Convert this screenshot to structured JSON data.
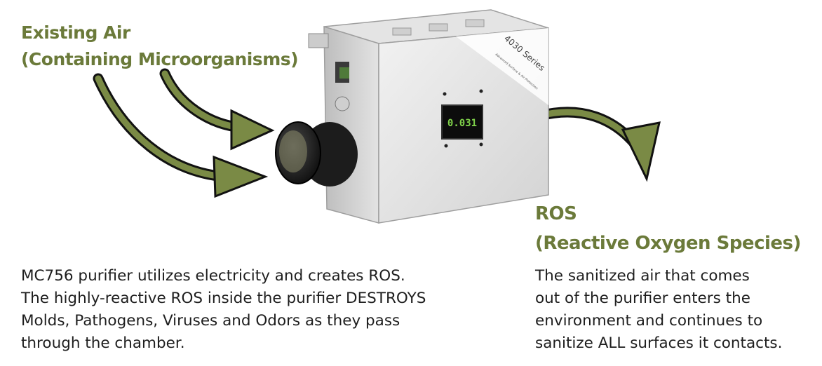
{
  "labels": {
    "existing_air": "Existing Air",
    "existing_air_sub": "(Containing Microorganisms)",
    "ros": "ROS",
    "ros_sub": "(Reactive Oxygen Species)"
  },
  "device": {
    "series_label": "4030 Series",
    "series_sublabel": "Advanced Surface & Air Protection",
    "display_value": "0.031"
  },
  "left_paragraph": [
    "MC756 purifier utilizes electricity and creates ROS.",
    "The highly-reactive ROS inside the purifier DESTROYS",
    "Molds, Pathogens, Viruses and Odors as they pass",
    "through the chamber."
  ],
  "right_paragraph": [
    "The sanitized air that comes",
    "out of the purifier enters the",
    "environment and continues to",
    "sanitize ALL surfaces it contacts."
  ],
  "colors": {
    "label_green": "#6b7a3a",
    "arrow_green": "#7a8a45",
    "display_green": "#7fd14a"
  }
}
